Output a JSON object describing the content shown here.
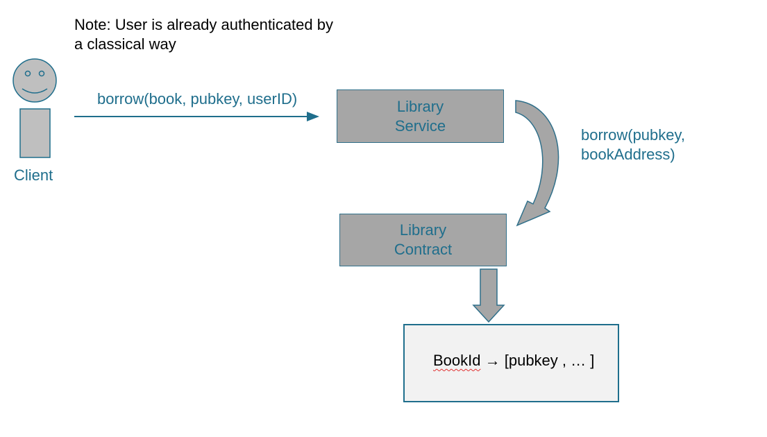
{
  "note": {
    "line1": "Note: User is already authenticated by",
    "line2": "a classical way"
  },
  "client": {
    "label": "Client"
  },
  "client_call": {
    "label": "borrow(book, pubkey, userID)"
  },
  "library_service": {
    "line1": "Library",
    "line2": "Service"
  },
  "service_call": {
    "line1": "borrow(pubkey,",
    "line2": "bookAddress)"
  },
  "library_contract": {
    "line1": "Library",
    "line2": "Contract"
  },
  "storage": {
    "key": "BookId",
    "arrow": " → ",
    "value": "[pubkey , … ]"
  },
  "colors": {
    "accent": "#1f6e8c",
    "box_fill": "#a6a6a6",
    "actor_fill": "#bfbfbf",
    "storage_fill": "#f2f2f2"
  }
}
